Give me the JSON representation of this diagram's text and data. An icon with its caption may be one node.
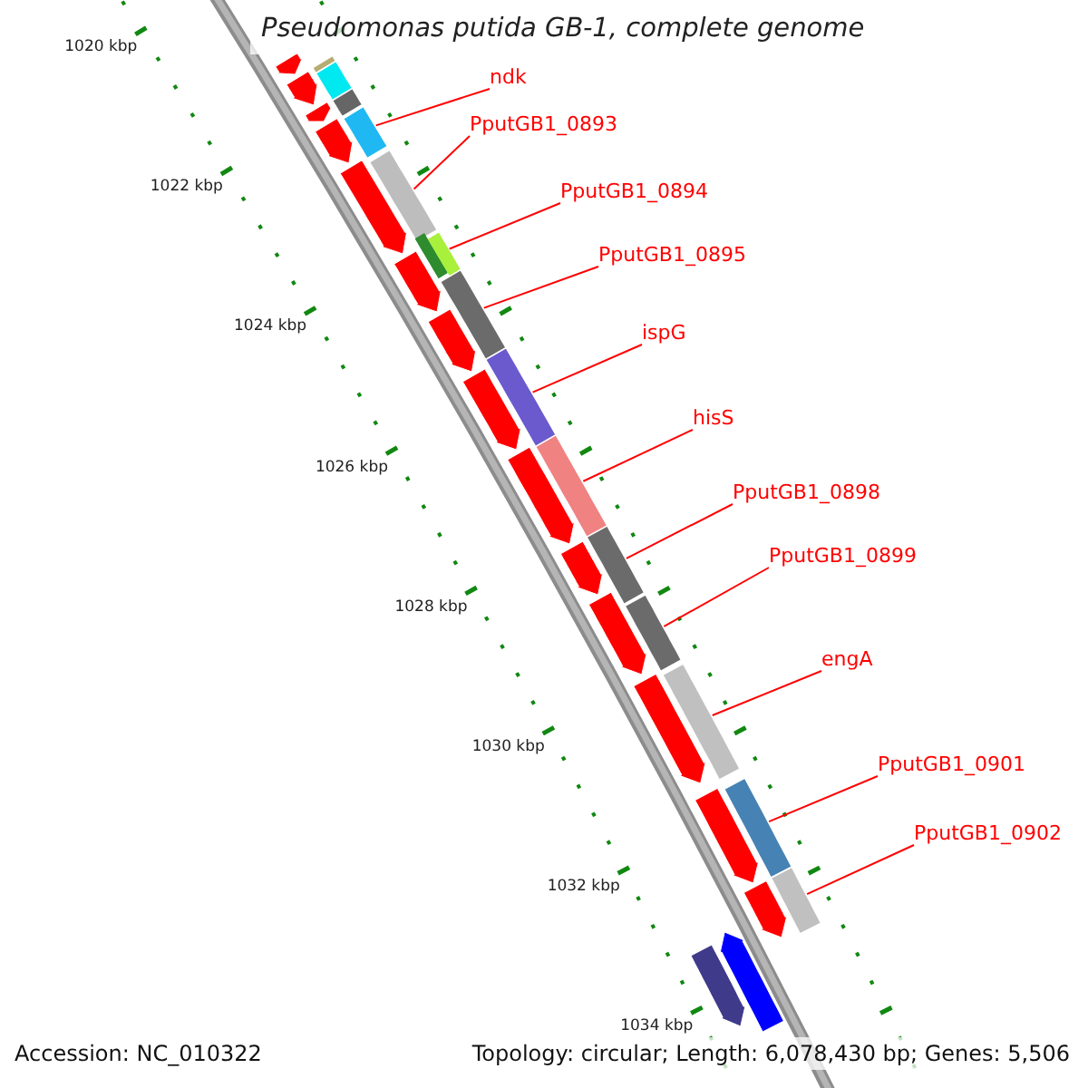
{
  "diagram": {
    "title": "Pseudomonas putida GB-1, complete genome",
    "nodes": [
      {
        "text": [
          "ndk"
        ]
      },
      {
        "text": [
          "PputGB1_0893"
        ]
      },
      {
        "text": [
          "PputGB1_0894"
        ]
      },
      {
        "text": [
          "PputGB1_0895"
        ]
      },
      {
        "text": [
          "ispG"
        ]
      },
      {
        "text": [
          "hisS"
        ]
      },
      {
        "text": [
          "PputGB1_0898"
        ]
      },
      {
        "text": [
          "PputGB1_0899"
        ]
      },
      {
        "text": [
          "engA"
        ]
      },
      {
        "text": [
          "PputGB1_0901"
        ]
      },
      {
        "text": [
          "PputGB1_0902"
        ]
      },
      {
        "text": [],
        "shape": "bar"
      },
      {
        "text": [],
        "shape": "bar"
      },
      {
        "text": [],
        "shape": "bar"
      },
      {
        "text": [],
        "shape": "bar"
      },
      {
        "text": [],
        "shape": "bar"
      },
      {
        "text": [],
        "shape": "bar"
      },
      {
        "text": [],
        "shape": "bar"
      },
      {
        "text": [],
        "shape": "bar"
      },
      {
        "text": [],
        "shape": "bar"
      },
      {
        "text": [],
        "shape": "bar"
      },
      {
        "text": [],
        "shape": "bar"
      },
      {
        "text": [],
        "shape": "bar"
      },
      {
        "text": [],
        "shape": "bar"
      },
      {
        "text": [],
        "shape": "bar"
      },
      {
        "text": [],
        "shape": "arrow"
      },
      {
        "text": [],
        "shape": "arrow"
      },
      {
        "text": [],
        "shape": "arrow"
      },
      {
        "text": [],
        "shape": "arrow"
      },
      {
        "text": [],
        "shape": "arrow"
      },
      {
        "text": [],
        "shape": "arrow"
      },
      {
        "text": [],
        "shape": "arrow"
      },
      {
        "text": [],
        "shape": "arrow"
      },
      {
        "text": [],
        "shape": "arrow"
      },
      {
        "text": [],
        "shape": "arrow"
      },
      {
        "text": [],
        "shape": "arrow"
      },
      {
        "text": [],
        "shape": "arrow"
      },
      {
        "text": [],
        "shape": "arrow"
      },
      {
        "text": [],
        "shape": "arrow"
      },
      {
        "text": [],
        "shape": "arrow"
      },
      {
        "text": [],
        "shape": "arrow"
      }
    ],
    "edges": [
      {
        "from": 0,
        "to": 11,
        "arrow": "none"
      },
      {
        "from": 1,
        "to": 12,
        "arrow": "none"
      },
      {
        "from": 2,
        "to": 13,
        "arrow": "none"
      },
      {
        "from": 3,
        "to": 14,
        "arrow": "none"
      },
      {
        "from": 4,
        "to": 15,
        "arrow": "none"
      },
      {
        "from": 5,
        "to": 16,
        "arrow": "none"
      },
      {
        "from": 6,
        "to": 17,
        "arrow": "none"
      },
      {
        "from": 7,
        "to": 18,
        "arrow": "none"
      },
      {
        "from": 8,
        "to": 19,
        "arrow": "none"
      },
      {
        "from": 9,
        "to": 20,
        "arrow": "none"
      },
      {
        "from": 10,
        "to": 21,
        "arrow": "none"
      }
    ],
    "labels": [
      "1020 kbp",
      "1022 kbp",
      "1024 kbp",
      "1026 kbp",
      "1028 kbp",
      "1030 kbp",
      "1032 kbp",
      "1034 kbp",
      "Accession: NC_010322",
      "Topology: circular; Length: 6,078,430 bp; Genes: 5,506"
    ]
  }
}
